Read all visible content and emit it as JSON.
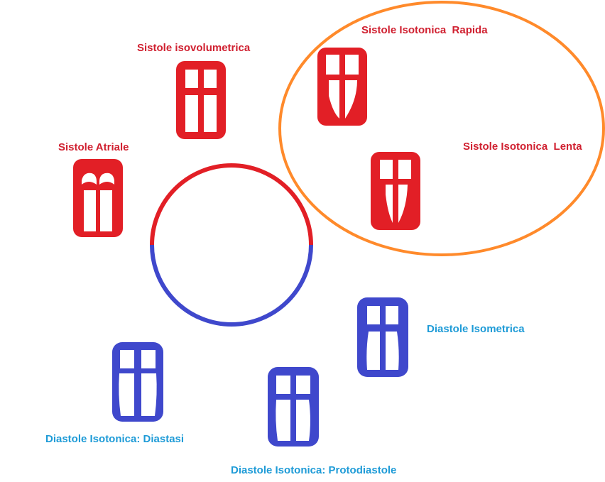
{
  "colors": {
    "systole": "#E21F26",
    "diastole": "#3F48CC",
    "systole_label": "#D02030",
    "diastole_label": "#1E9BD7",
    "highlight_ellipse": "#FF8A2B"
  },
  "labels": {
    "sistole_atriale": "Sistole Atriale",
    "sistole_isovolumetrica": "Sistole isovolumetrica",
    "sistole_isotonica_rapida": "Sistole Isotonica  Rapida",
    "sistole_isotonica_lenta": "Sistole Isotonica  Lenta",
    "diastole_isometrica": "Diastole Isometrica",
    "diastole_isotonica_protodiastole": "Diastole Isotonica: Protodiastole",
    "diastole_isotonica_diastasi": "Diastole Isotonica: Diastasi"
  },
  "icons": {
    "sistole_atriale": "heart-atrial-systole-icon",
    "sistole_isovolumetrica": "heart-valves-closed-icon",
    "sistole_isotonica_rapida": "heart-ejection-icon",
    "sistole_isotonica_lenta": "heart-ejection-icon",
    "diastole_isometrica": "heart-valves-closed-icon",
    "diastole_isotonica_protodiastole": "heart-filling-icon",
    "diastole_isotonica_diastasi": "heart-filling-icon"
  }
}
